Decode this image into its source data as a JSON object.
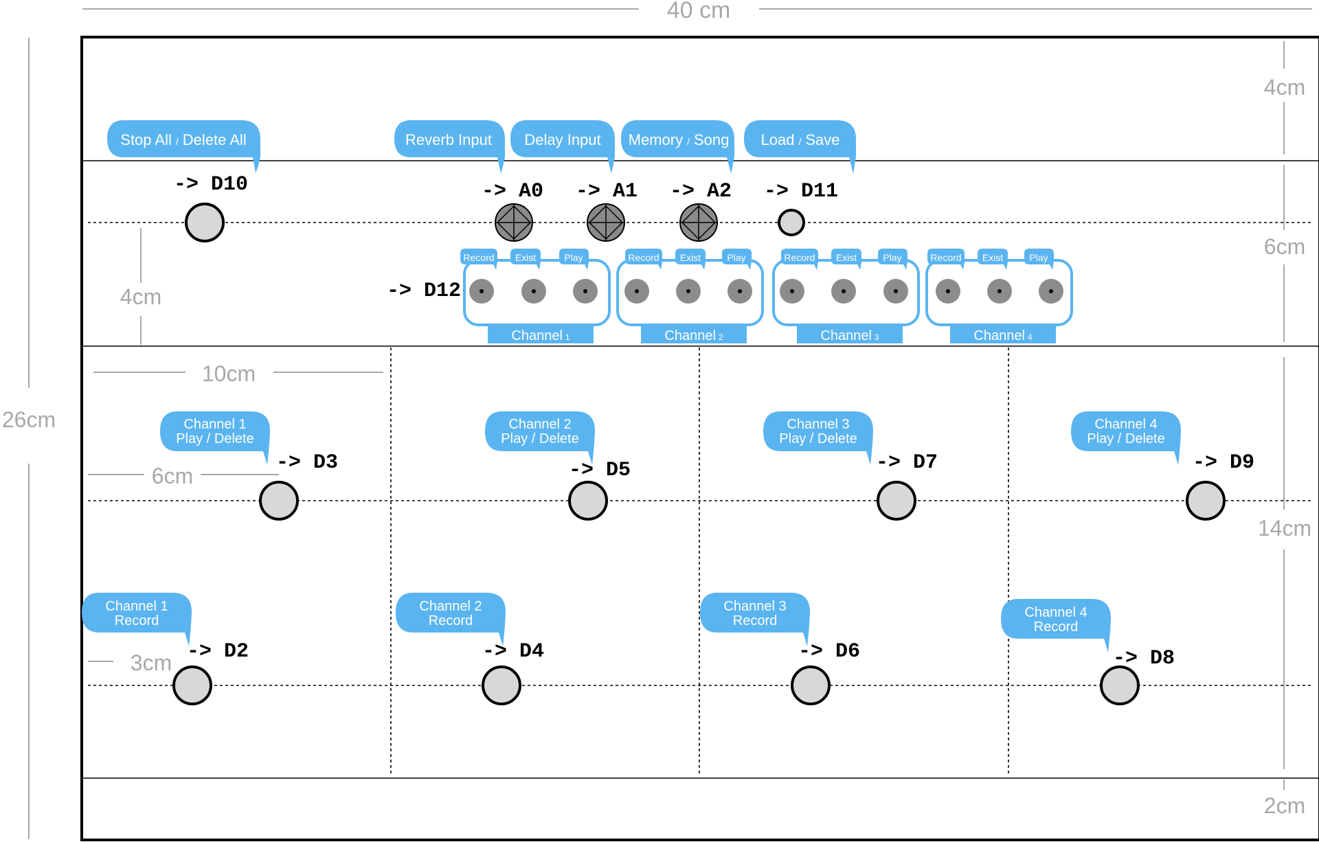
{
  "dimensions": {
    "width": "40  cm",
    "height": "26cm",
    "rows": [
      "4cm",
      "6cm",
      "14cm",
      "2cm"
    ],
    "pot_row": "4cm",
    "column": "10cm",
    "switch_offset": "6cm",
    "record_offset": "3cm"
  },
  "top_bubbles": {
    "stop_all": {
      "main": "Stop All",
      "sep": "/",
      "alt": "Delete All"
    },
    "reverb": {
      "main": "Reverb Input"
    },
    "delay": {
      "main": "Delay Input"
    },
    "memory": {
      "main": "Memory",
      "sep": "/",
      "alt": "Song"
    },
    "load": {
      "main": "Load",
      "sep": "/",
      "alt": "Save"
    }
  },
  "pins": {
    "d10": "-> D10",
    "a0": "-> A0",
    "a1": "-> A1",
    "a2": "-> A2",
    "d11": "-> D11",
    "d12": "-> D12"
  },
  "channel_blocks": {
    "tab_labels": [
      "Record",
      "Exist",
      "Play"
    ],
    "channel_word": "Channel",
    "numbers": [
      "1",
      "2",
      "3",
      "4"
    ]
  },
  "play_delete": {
    "text": "Play / Delete",
    "labels": [
      "Channel 1",
      "Channel 2",
      "Channel 3",
      "Channel 4"
    ],
    "pins": [
      "-> D3",
      "-> D5",
      "-> D7",
      "-> D9"
    ]
  },
  "record": {
    "text": "Record",
    "labels": [
      "Channel 1",
      "Channel 2",
      "Channel 3",
      "Channel 4"
    ],
    "pins": [
      "-> D2",
      "-> D4",
      "-> D6",
      "-> D8"
    ]
  },
  "colors": {
    "bubble": "#5ab4f0",
    "button_fill": "#d8d8d8",
    "pot_fill": "#8a8a8a",
    "led_fill": "#8c8c8c",
    "dim_text": "#a8a8a8",
    "line": "#000000"
  }
}
